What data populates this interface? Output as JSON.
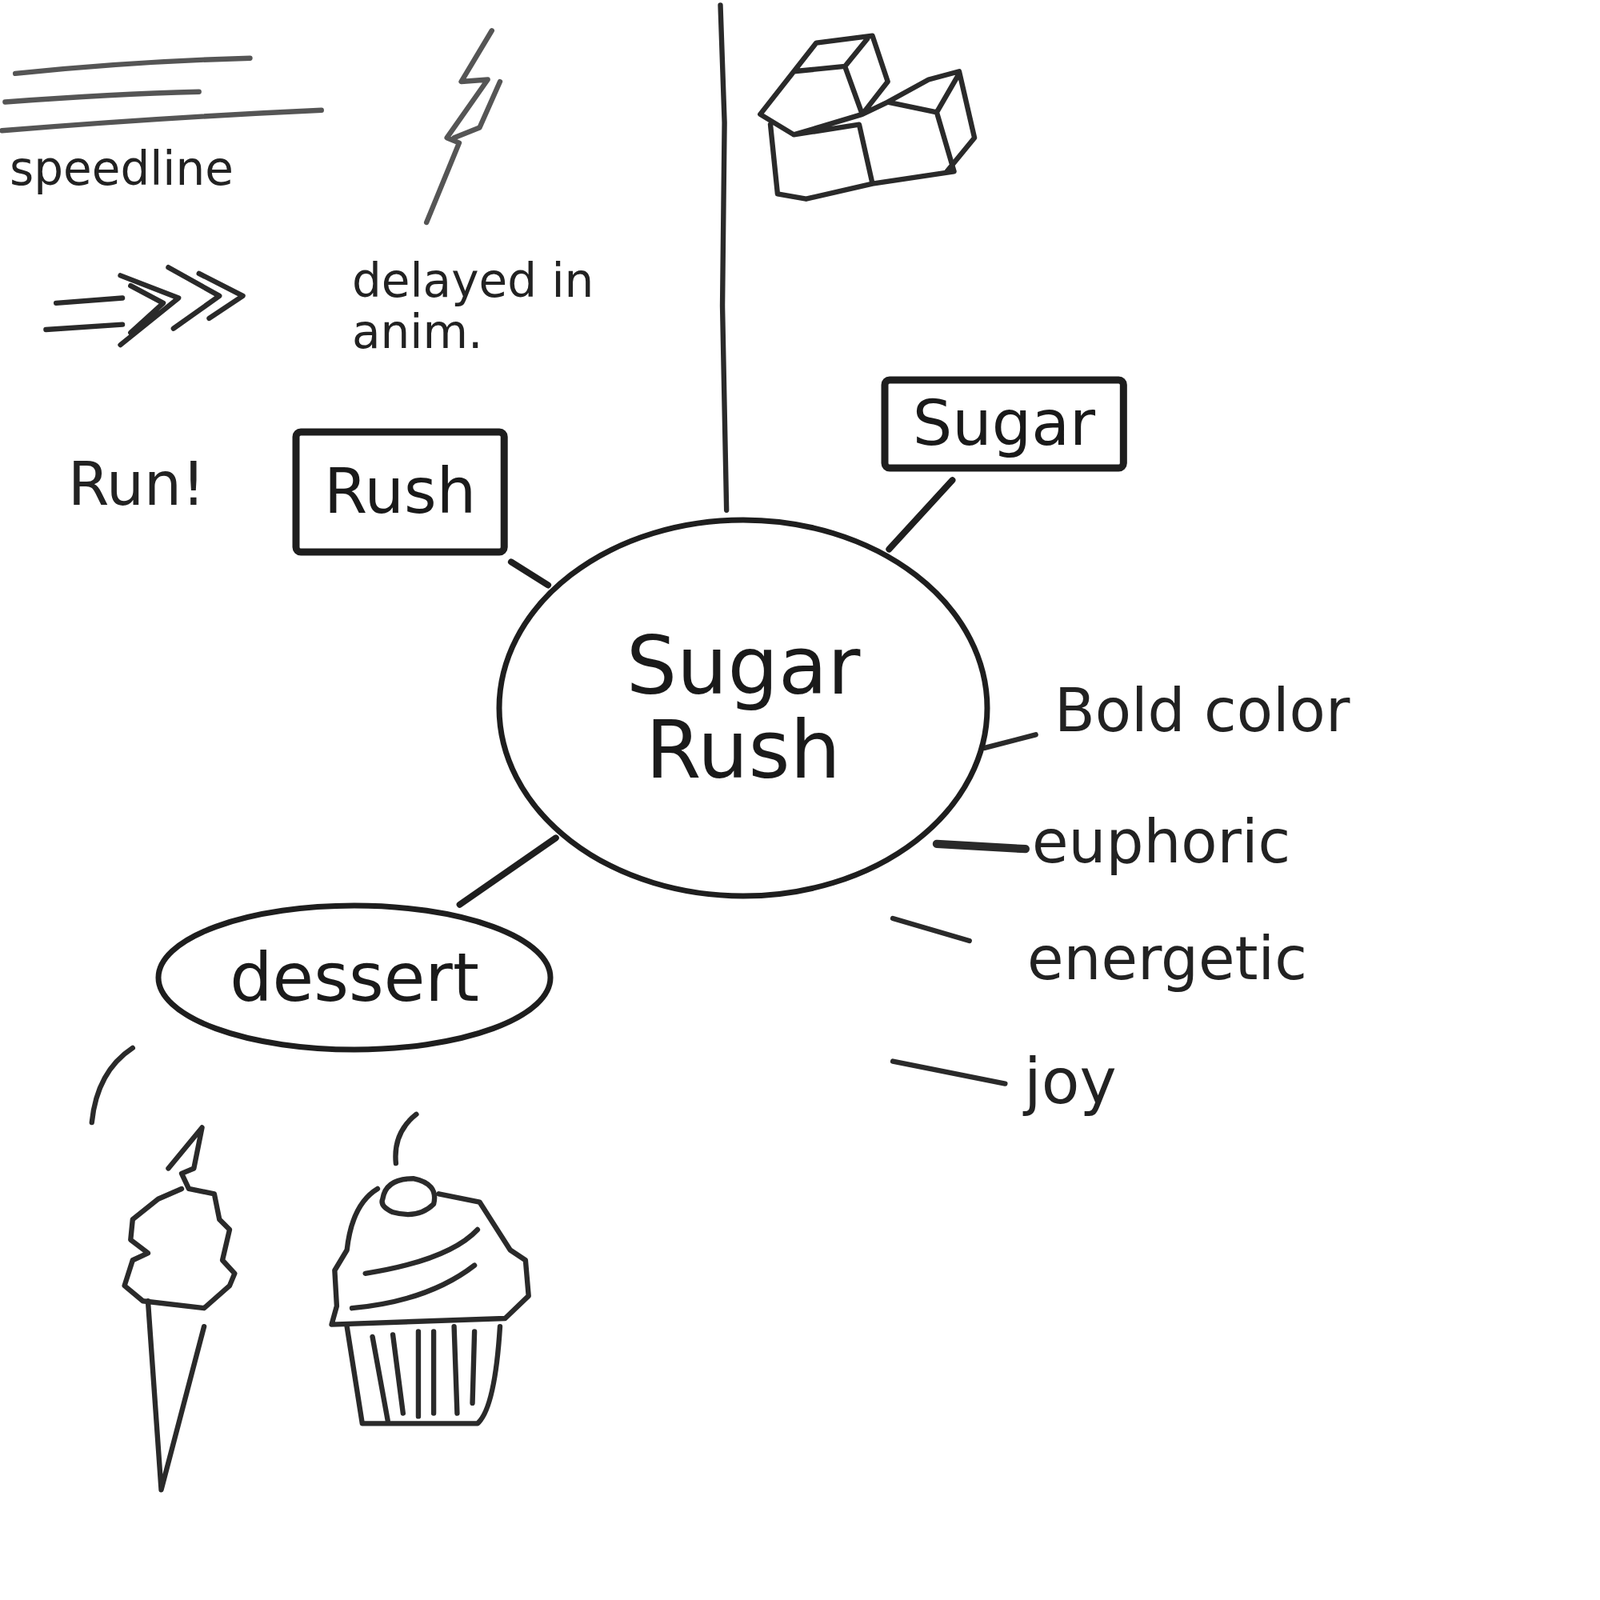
{
  "diagram": {
    "nodes": [
      {
        "text": [
          "Sugar Rush"
        ]
      },
      {
        "text": [
          "Sugar"
        ]
      },
      {
        "text": [
          "Rush"
        ]
      },
      {
        "text": [
          "dessert"
        ]
      }
    ],
    "edges": [
      {
        "from": 0,
        "to": 1,
        "arrow": "none"
      },
      {
        "from": 0,
        "to": 2,
        "arrow": "none"
      },
      {
        "from": 0,
        "to": 3,
        "arrow": "none"
      }
    ],
    "labels": [
      "speedline",
      "delayed in anim.",
      "Run!",
      "Bold color",
      "euphoric",
      "energetic",
      "joy"
    ]
  }
}
